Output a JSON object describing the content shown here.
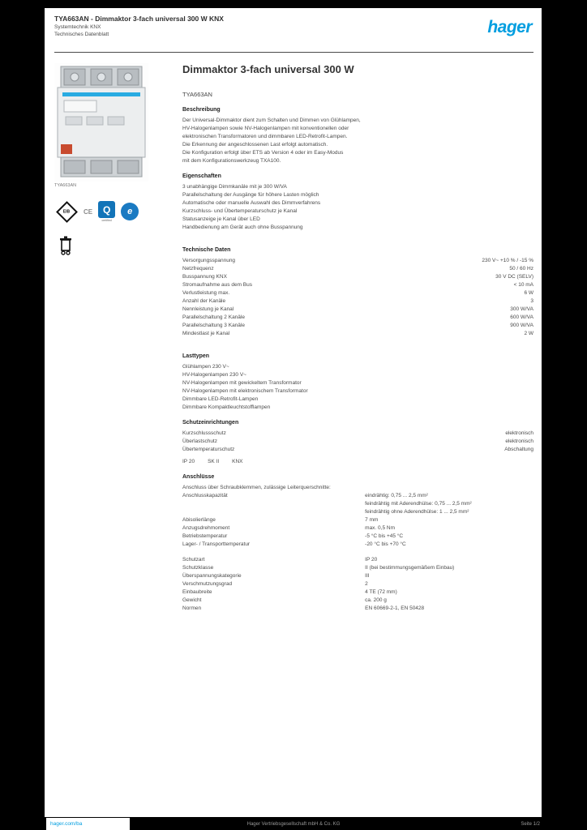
{
  "accent_color": "#009ee0",
  "header": {
    "ref_line": "TYA663AN - Dimmaktor 3-fach universal 300 W KNX",
    "sub_line1": "Systemtechnik KNX",
    "sub_line2": "Technisches Datenblatt",
    "logo_text": "hager"
  },
  "left": {
    "image_caption": "TYA663AN",
    "badges": {
      "diamond_label": "EIB",
      "ce_label": "CE",
      "q_label": "Q",
      "q_caption": "certified",
      "circle_label": "e"
    }
  },
  "main": {
    "title": "Dimmaktor 3-fach universal 300 W",
    "subtitle": "TYA663AN",
    "sections": [
      {
        "type": "paragraph",
        "heading": "Beschreibung",
        "lines": [
          "Der Universal-Dimmaktor dient zum Schalten und Dimmen von Glühlampen,",
          "HV-Halogenlampen sowie NV-Halogenlampen mit konventionellen oder",
          "elektronischen Transformatoren und dimmbaren LED-Retrofit-Lampen.",
          "Die Erkennung der angeschlossenen Last erfolgt automatisch.",
          "Die Konfiguration erfolgt über ETS ab Version 4 oder im Easy-Modus",
          "mit dem Konfigurationswerkzeug TXA100."
        ]
      },
      {
        "type": "paragraph",
        "heading": "Eigenschaften",
        "lines": [
          "3 unabhängige Dimmkanäle mit je 300 W/VA",
          "Parallelschaltung der Ausgänge für höhere Lasten möglich",
          "Automatische oder manuelle Auswahl des Dimmverfahrens",
          "Kurzschluss- und Übertemperaturschutz je Kanal",
          "Statusanzeige je Kanal über LED",
          "Handbedienung am Gerät auch ohne Busspannung"
        ],
        "gap": true
      },
      {
        "type": "specs",
        "heading": "Technische Daten",
        "variant": "right",
        "rows": [
          {
            "label": "Versorgungsspannung",
            "value": "230 V~ +10 % / -15 %"
          },
          {
            "label": "Netzfrequenz",
            "value": "50 / 60 Hz"
          },
          {
            "label": "Busspannung KNX",
            "value": "30 V DC (SELV)"
          },
          {
            "label": "Stromaufnahme aus dem Bus",
            "value": "< 10 mA"
          },
          {
            "label": "Verlustleistung max.",
            "value": "6 W"
          },
          {
            "label": "Anzahl der Kanäle",
            "value": "3"
          },
          {
            "label": "Nennleistung je Kanal",
            "value": "300 W/VA"
          },
          {
            "label": "Parallelschaltung 2 Kanäle",
            "value": "600 W/VA"
          },
          {
            "label": "Parallelschaltung 3 Kanäle",
            "value": "900 W/VA"
          },
          {
            "label": "Mindestlast je Kanal",
            "value": "2 W"
          }
        ],
        "gap": true
      },
      {
        "type": "paragraph",
        "heading": "Lasttypen",
        "lines": [
          "Glühlampen 230 V~",
          "HV-Halogenlampen 230 V~",
          "NV-Halogenlampen mit gewickeltem Transformator",
          "NV-Halogenlampen mit elektronischem Transformator",
          "Dimmbare LED-Retrofit-Lampen",
          "Dimmbare Kompaktleuchtstofflampen"
        ]
      },
      {
        "type": "specs",
        "heading": "Schutzeinrichtungen",
        "variant": "right",
        "rows": [
          {
            "label": "Kurzschlussschutz",
            "value": "elektronisch"
          },
          {
            "label": "Überlastschutz",
            "value": "elektronisch"
          },
          {
            "label": "Übertemperaturschutz",
            "value": "Abschaltung"
          }
        ]
      },
      {
        "type": "tokens",
        "items": [
          "IP 20",
          "SK II",
          "KNX"
        ]
      },
      {
        "type": "paragraph",
        "heading": "Anschlüsse",
        "lines": [
          "Anschluss über Schraubklemmen, zulässige Leiterquerschnitte:"
        ]
      },
      {
        "type": "specs",
        "variant": "mid",
        "rows": [
          {
            "label": "Anschlusskapazität",
            "value": [
              "eindrähtig: 0,75 ... 2,5 mm²",
              "feindrähtig mit Aderendhülse: 0,75 ... 2,5 mm²",
              "feindrähtig ohne Aderendhülse: 1 ... 2,5 mm²"
            ]
          },
          {
            "label": "Abisolierlänge",
            "value": "7 mm"
          },
          {
            "label": "Anzugsdrehmoment",
            "value": "max. 0,5 Nm"
          },
          {
            "label": "Betriebstemperatur",
            "value": "-5 °C bis +45 °C"
          },
          {
            "label": "Lager- / Transporttemperatur",
            "value": "-20 °C bis +70 °C"
          }
        ],
        "gap": true
      },
      {
        "type": "specs",
        "variant": "mid",
        "rows": [
          {
            "label": "Schutzart",
            "value": "IP 20"
          },
          {
            "label": "Schutzklasse",
            "value": "II (bei bestimmungsgemäßem Einbau)"
          },
          {
            "label": "Überspannungskategorie",
            "value": "III"
          },
          {
            "label": "Verschmutzungsgrad",
            "value": "2"
          },
          {
            "label": "Einbaubreite",
            "value": "4 TE (72 mm)"
          },
          {
            "label": "Gewicht",
            "value": "ca. 200 g"
          },
          {
            "label": "Normen",
            "value": "EN 60669-2-1, EN 50428"
          }
        ]
      }
    ]
  },
  "footer": {
    "link": "hager.com/ba",
    "center": "Hager Vertriebsgesellschaft mbH & Co. KG",
    "right": "Seite 1/2"
  }
}
